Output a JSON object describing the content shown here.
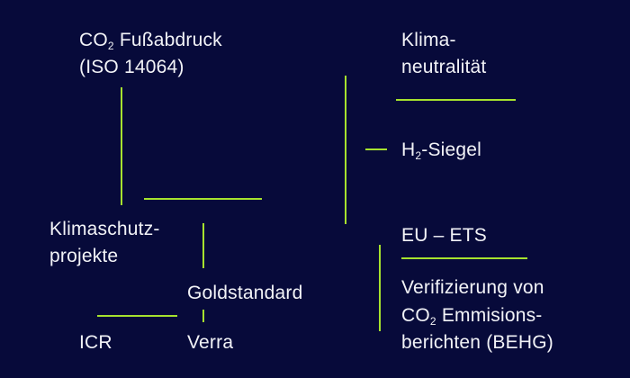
{
  "labels": {
    "co2_footprint": {
      "prefix": "CO",
      "sub": "2",
      "suffix": " Fußabdruck"
    },
    "iso": "(ISO 14064)",
    "klima_line1": "Klima-",
    "klima_line2": "neutralität",
    "h2_siegel": {
      "prefix": "H",
      "sub": "2",
      "suffix": "-Siegel"
    },
    "klimaschutz_line1": "Klimaschutz-",
    "klimaschutz_line2": "projekte",
    "eu_ets": "EU – ETS",
    "goldstandard": "Goldstandard",
    "verifizierung_line1": "Verifizierung von",
    "verifizierung_line2": {
      "prefix": "CO",
      "sub": "2",
      "suffix": " Emmisions-"
    },
    "verifizierung_line3": "berichten (BEHG)",
    "icr": "ICR",
    "verra": "Verra"
  },
  "colors": {
    "background": "#070a3a",
    "text": "#f2f3f7",
    "accent": "#a6e22e"
  }
}
